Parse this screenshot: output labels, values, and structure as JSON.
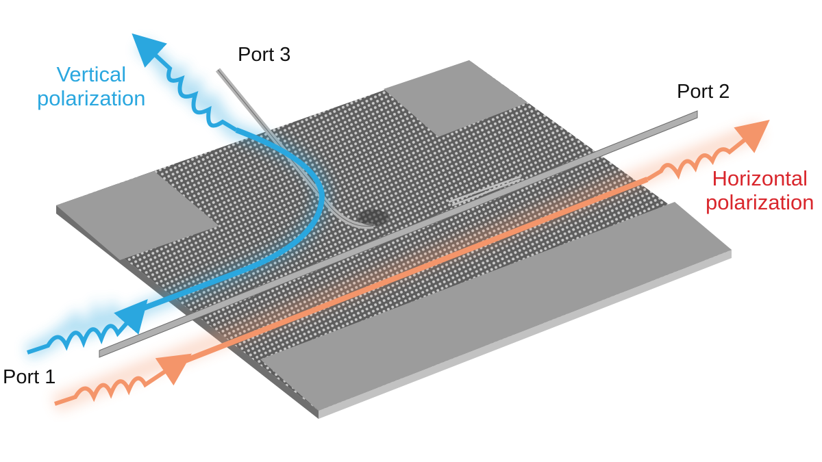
{
  "figure": {
    "description": "Isometric schematic of a photonic crystal slab device routing vertical and horizontal polarizations between three ports",
    "ports": [
      {
        "id": "port1",
        "label": "Port 1"
      },
      {
        "id": "port2",
        "label": "Port 2"
      },
      {
        "id": "port3",
        "label": "Port 3"
      }
    ],
    "polarizations": {
      "vertical": {
        "label_line1": "Vertical",
        "label_line2": "polarization",
        "color": "#2aa7df",
        "path": "Port 1 → Port 3"
      },
      "horizontal": {
        "label_line1": "Horizontal",
        "label_line2": "polarization",
        "color": "#f4956a",
        "path": "Port 1 → Port 2"
      }
    },
    "colors": {
      "background": "#ffffff",
      "slab_top": "#9a9a9a",
      "slab_side": "#7a7a7a",
      "lattice": "#5c5c5c",
      "waveguide": "#a9a9a9",
      "vertical_beam": "#2aa7df",
      "horizontal_beam": "#f4956a",
      "horizontal_text": "#d9262c"
    }
  }
}
